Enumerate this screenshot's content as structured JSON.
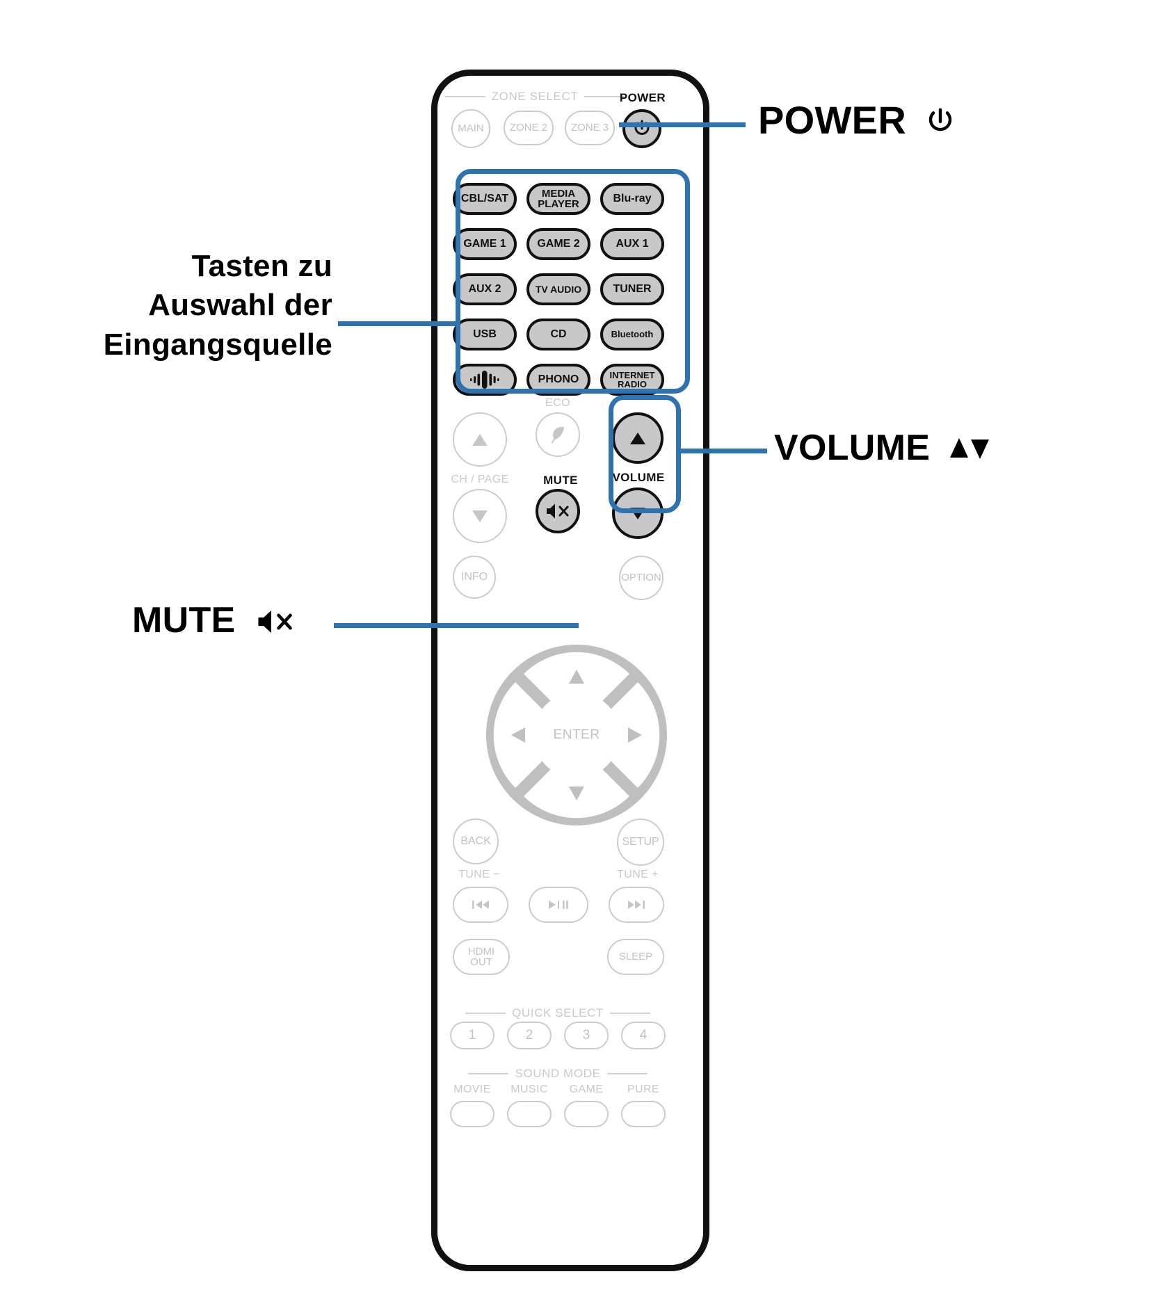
{
  "document": {
    "type": "remote-control-diagram",
    "language": "de",
    "accent_color": "#2f72b0",
    "active_key_fill": "#c8c8c8",
    "inactive_key_color": "#c9c9c9"
  },
  "callouts": [
    {
      "id": "power",
      "label": "POWER",
      "icon": "power-icon",
      "icon_glyph": "⏻",
      "target": "power-button"
    },
    {
      "id": "input-source",
      "label_lines": [
        "Tasten zu",
        "Auswahl der",
        "Eingangsquelle"
      ],
      "target": "input-source-group"
    },
    {
      "id": "volume",
      "label": "VOLUME",
      "icon": "up-down-triangles-icon",
      "icon_glyph": "▲▼",
      "target": "volume-group"
    },
    {
      "id": "mute",
      "label": "MUTE",
      "icon": "speaker-mute-icon",
      "target": "mute-button"
    }
  ],
  "remote": {
    "zone_select": {
      "section_label": "ZONE SELECT",
      "buttons": [
        {
          "label": "MAIN",
          "shape": "circle",
          "state": "inactive"
        },
        {
          "label": "ZONE 2",
          "shape": "pill",
          "state": "inactive"
        },
        {
          "label": "ZONE 3",
          "shape": "pill",
          "state": "inactive"
        }
      ]
    },
    "power": {
      "caption": "POWER",
      "icon": "power-icon",
      "state": "active"
    },
    "input_sources": {
      "rows": [
        [
          {
            "label": "CBL/SAT",
            "lines": [
              "CBL/SAT"
            ],
            "size": "md"
          },
          {
            "label": "MEDIA PLAYER",
            "lines": [
              "MEDIA",
              "PLAYER"
            ],
            "size": "sm"
          },
          {
            "label": "Blu-ray",
            "lines": [
              "Blu-ray"
            ],
            "size": "md"
          }
        ],
        [
          {
            "label": "GAME 1",
            "lines": [
              "GAME 1"
            ],
            "size": "md"
          },
          {
            "label": "GAME 2",
            "lines": [
              "GAME 2"
            ],
            "size": "md"
          },
          {
            "label": "AUX 1",
            "lines": [
              "AUX 1"
            ],
            "size": "md"
          }
        ],
        [
          {
            "label": "AUX 2",
            "lines": [
              "AUX 2"
            ],
            "size": "md"
          },
          {
            "label": "TV AUDIO",
            "lines": [
              "TV AUDIO"
            ],
            "size": "sm"
          },
          {
            "label": "TUNER",
            "lines": [
              "TUNER"
            ],
            "size": "md"
          }
        ],
        [
          {
            "label": "USB",
            "lines": [
              "USB"
            ],
            "size": "md"
          },
          {
            "label": "CD",
            "lines": [
              "CD"
            ],
            "size": "md"
          },
          {
            "label": "Bluetooth",
            "lines": [
              "Bluetooth"
            ],
            "size": "xs"
          }
        ],
        [
          {
            "label": "HEOS",
            "lines": [],
            "icon": "sound-wave-icon",
            "size": "md"
          },
          {
            "label": "PHONO",
            "lines": [
              "PHONO"
            ],
            "size": "md"
          },
          {
            "label": "INTERNET RADIO",
            "lines": [
              "INTERNET",
              "RADIO"
            ],
            "size": "xs"
          }
        ]
      ]
    },
    "ch_page": {
      "caption": "CH / PAGE",
      "up_icon": "triangle-up-icon",
      "down_icon": "triangle-down-icon"
    },
    "eco": {
      "caption": "ECO",
      "icon": "leaf-icon"
    },
    "mute": {
      "caption": "MUTE",
      "icon": "speaker-mute-icon",
      "state": "active"
    },
    "volume": {
      "caption": "VOLUME",
      "up_icon": "triangle-up-icon",
      "down_icon": "triangle-down-icon",
      "state": "active"
    },
    "info_button": {
      "label": "INFO"
    },
    "option_button": {
      "label": "OPTION"
    },
    "navigation": {
      "enter_label": "ENTER",
      "up_icon": "triangle-up-icon",
      "down_icon": "triangle-down-icon",
      "left_icon": "triangle-left-icon",
      "right_icon": "triangle-right-icon"
    },
    "back_button": {
      "label": "BACK"
    },
    "setup_button": {
      "label": "SETUP"
    },
    "tune": {
      "minus_caption": "TUNE −",
      "plus_caption": "TUNE +"
    },
    "transport": [
      {
        "label": "previous",
        "icon": "skip-backward-icon",
        "glyph": "⏮"
      },
      {
        "label": "play-pause",
        "icon": "play-pause-icon",
        "glyph": "▶/‖"
      },
      {
        "label": "next",
        "icon": "skip-forward-icon",
        "glyph": "⏭"
      }
    ],
    "hdmi_out_button": {
      "lines": [
        "HDMI",
        "OUT"
      ]
    },
    "sleep_button": {
      "label": "SLEEP"
    },
    "quick_select": {
      "section_label": "QUICK SELECT",
      "buttons": [
        {
          "label": "1"
        },
        {
          "label": "2"
        },
        {
          "label": "3"
        },
        {
          "label": "4"
        }
      ]
    },
    "sound_mode": {
      "section_label": "SOUND MODE",
      "buttons": [
        {
          "label": "MOVIE"
        },
        {
          "label": "MUSIC"
        },
        {
          "label": "GAME"
        },
        {
          "label": "PURE"
        }
      ]
    }
  }
}
